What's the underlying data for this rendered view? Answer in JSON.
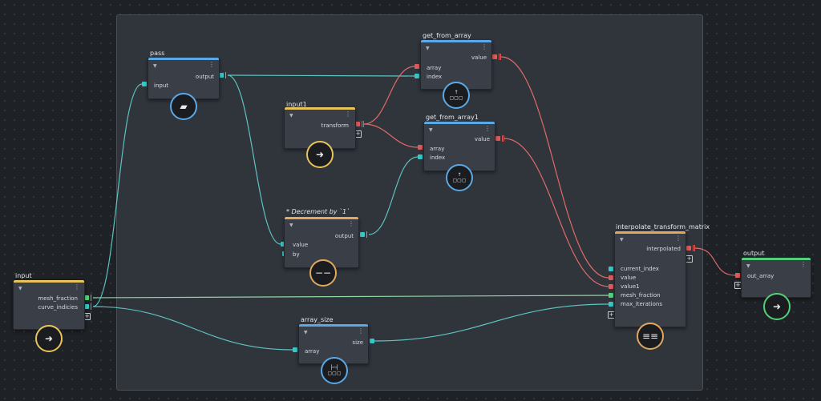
{
  "colors": {
    "wire_teal": "#5ec3c1",
    "wire_red": "#e06a6a",
    "wire_green": "#8fd6a0",
    "bar_blue": "#5aa9e6",
    "bar_yellow": "#e8c45a",
    "bar_orange": "#e2a85f",
    "bar_green": "#52d07a"
  },
  "nodes": {
    "input": {
      "title": "input",
      "outputs": [
        "mesh_fraction",
        "curve_indicies"
      ],
      "icon": "arrow-right-circle-icon"
    },
    "pass": {
      "title": "pass",
      "input": "input",
      "output": "output",
      "icon": "camera-icon"
    },
    "input1": {
      "title": "input1",
      "output": "transform",
      "icon": "arrow-right-circle-icon"
    },
    "get_from_array": {
      "title": "get_from_array",
      "output": "value",
      "inputs": [
        "array",
        "index"
      ],
      "icon_top": "↑",
      "icon_bottom": "▢▢▢"
    },
    "get_from_array1": {
      "title": "get_from_array1",
      "output": "value",
      "inputs": [
        "array",
        "index"
      ],
      "icon_top": "↑",
      "icon_bottom": "▢▢▢"
    },
    "decrement": {
      "title": "* Decrement by `1`",
      "inputs": [
        "value",
        "by"
      ],
      "output": "output",
      "icon": "−−"
    },
    "array_size": {
      "title": "array_size",
      "input": "array",
      "output": "size",
      "icon_top": "├─┤",
      "icon_bottom": "▢▢▢"
    },
    "interpolate": {
      "title": "interpolate_transform_matrix",
      "output": "interpolated",
      "inputs": [
        "current_index",
        "value",
        "value1",
        "mesh_fraction",
        "max_iterations"
      ],
      "icon": "≡≡"
    },
    "output": {
      "title": "output",
      "input": "out_array",
      "icon": "arrow-right-circle-icon"
    }
  }
}
